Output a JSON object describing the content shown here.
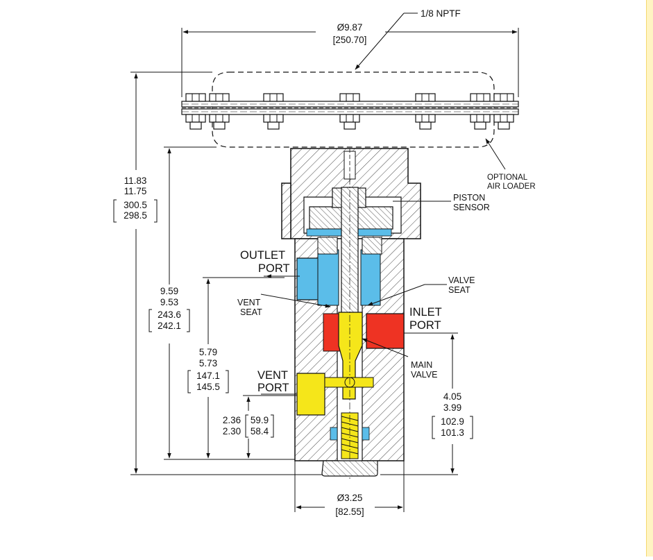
{
  "drawing": {
    "top_diameter": "Ø9.87",
    "top_diameter_mm": "[250.70]",
    "nptf_label": "1/8 NPTF",
    "optional_loader": [
      "OPTIONAL",
      "AIR LOADER"
    ],
    "piston_sensor": [
      "PISTON",
      "SENSOR"
    ],
    "outlet_port": [
      "OUTLET",
      "PORT"
    ],
    "inlet_port": [
      "INLET",
      "PORT"
    ],
    "valve_seat": [
      "VALVE",
      "SEAT"
    ],
    "vent_seat": [
      "VENT",
      "SEAT"
    ],
    "vent_port": [
      "VENT",
      "PORT"
    ],
    "main_valve": [
      "MAIN",
      "VALVE"
    ],
    "dim_overall": {
      "max": "11.83",
      "min": "11.75",
      "mm_max": "300.5",
      "mm_min": "298.5"
    },
    "dim_outlet": {
      "max": "9.59",
      "min": "9.53",
      "mm_max": "243.6",
      "mm_min": "242.1"
    },
    "dim_vent": {
      "max": "5.79",
      "min": "5.73",
      "mm_max": "147.1",
      "mm_min": "145.5"
    },
    "dim_bottom": {
      "max": "2.36",
      "min": "2.30",
      "mm_max": "59.9",
      "mm_min": "58.4"
    },
    "dim_inlet": {
      "max": "4.05",
      "min": "3.99",
      "mm_max": "102.9",
      "mm_min": "101.3"
    },
    "bottom_diameter": "Ø3.25",
    "bottom_diameter_mm": "[82.55]"
  },
  "colors": {
    "outlet": "#5bbde9",
    "inlet": "#ee3323",
    "vent": "#f5e61a",
    "accent": "#fff4c2"
  }
}
